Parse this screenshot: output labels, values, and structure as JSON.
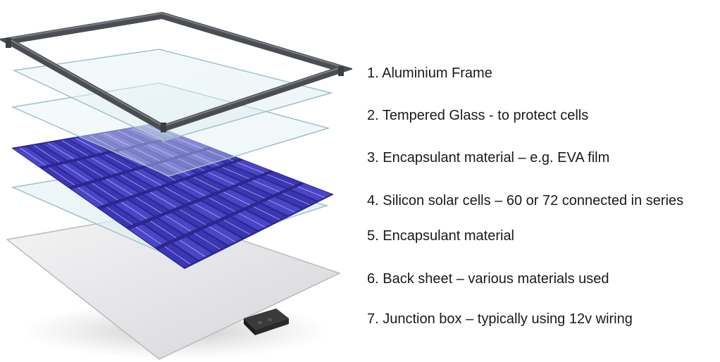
{
  "diagram": {
    "labels": [
      "1. Aluminium Frame",
      "2. Tempered Glass - to protect cells",
      "3. Encapsulant material – e.g. EVA film",
      "4. Silicon solar cells – 60 or 72 connected in series",
      "5. Encapsulant material",
      "6. Back sheet – various materials used",
      "7. Junction box – typically using 12v wiring"
    ]
  },
  "colors": {
    "frame": "#4a4d52",
    "glass": "#e6f2f6",
    "glass_edge": "#9fc1c8",
    "cells": "#3b36b3",
    "cell_busbar": "#c8c9e8",
    "back_sheet": "#e3e3e6",
    "junction_box": "#2a2a2a",
    "text": "#1a1a1a"
  }
}
